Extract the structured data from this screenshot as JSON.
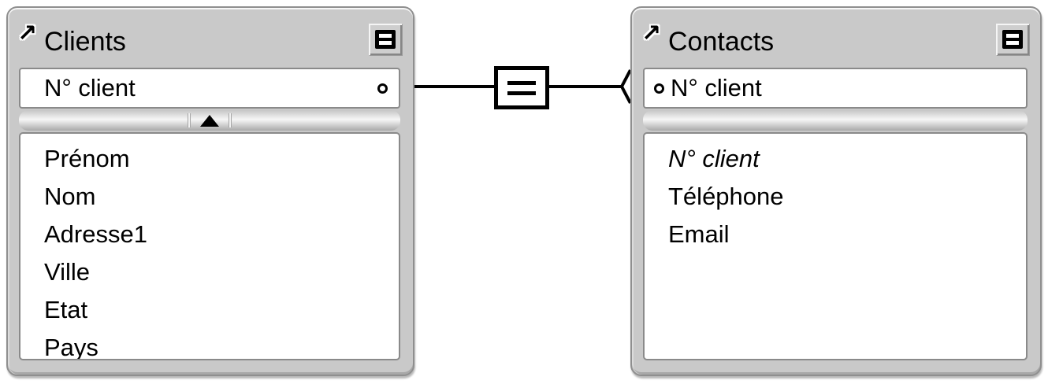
{
  "icons": {
    "table_arrow": "↗",
    "toggle_button_glyph": "equals-on-black-square",
    "relationship_right_end": "crow-foot",
    "key_match_marker": "small-circle"
  },
  "colors": {
    "canvas_bg": "#ffffff",
    "table_bg": "#c9c9c9",
    "table_border": "#8f8f8f",
    "row_bg": "#ffffff",
    "row_border": "#8a8a8a",
    "text": "#000000",
    "line": "#000000"
  },
  "clients_table": {
    "title": "Clients",
    "key_field": "N° client",
    "fields": [
      "Prénom",
      "Nom",
      "Adresse1",
      "Ville",
      "Etat",
      "Pays"
    ]
  },
  "contacts_table": {
    "title": "Contacts",
    "key_field": "N° client",
    "fields": [
      "N° client",
      "Téléphone",
      "Email"
    ]
  },
  "relationship": {
    "operator": "="
  }
}
